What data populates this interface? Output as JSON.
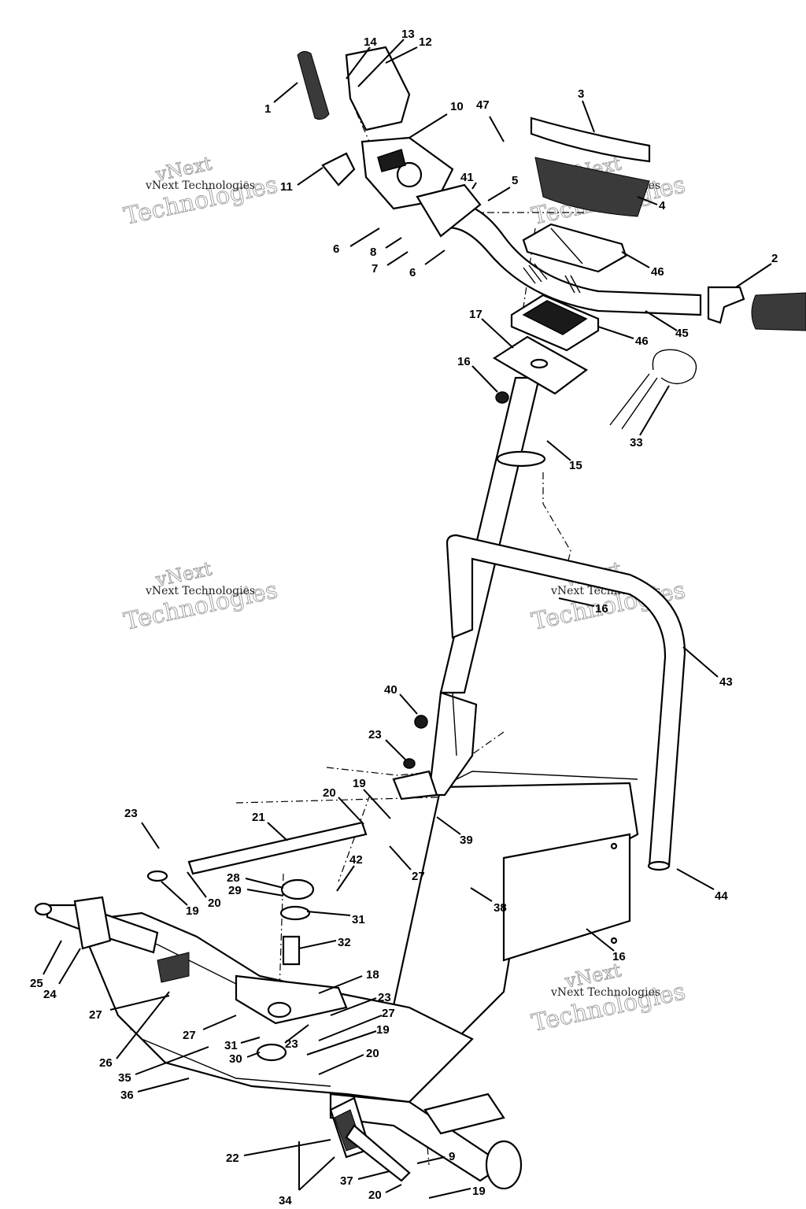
{
  "diagram": {
    "watermark": {
      "brand_line1": "vNext",
      "brand_line2": "Technologies",
      "small_text": "vNext Technologies"
    },
    "callouts": {
      "c1": "1",
      "c2": "2",
      "c3": "3",
      "c4": "4",
      "c5": "5",
      "c6a": "6",
      "c6b": "6",
      "c7": "7",
      "c8": "8",
      "c9": "9",
      "c10": "10",
      "c11": "11",
      "c12": "12",
      "c13": "13",
      "c14": "14",
      "c15": "15",
      "c16a": "16",
      "c16b": "16",
      "c16c": "16",
      "c17": "17",
      "c18": "18",
      "c19a": "19",
      "c19b": "19",
      "c19c": "19",
      "c19d": "19",
      "c20a": "20",
      "c20b": "20",
      "c20c": "20",
      "c20d": "20",
      "c21": "21",
      "c22": "22",
      "c23a": "23",
      "c23b": "23",
      "c23c": "23",
      "c23d": "23",
      "c24": "24",
      "c25": "25",
      "c26": "26",
      "c27a": "27",
      "c27b": "27",
      "c27c": "27",
      "c27d": "27",
      "c28": "28",
      "c29": "29",
      "c30": "30",
      "c31a": "31",
      "c31b": "31",
      "c32": "32",
      "c33": "33",
      "c34": "34",
      "c35": "35",
      "c36": "36",
      "c37": "37",
      "c38": "38",
      "c39": "39",
      "c40": "40",
      "c41": "41",
      "c42": "42",
      "c43": "43",
      "c44": "44",
      "c45": "45",
      "c46a": "46",
      "c46b": "46",
      "c47": "47"
    }
  }
}
